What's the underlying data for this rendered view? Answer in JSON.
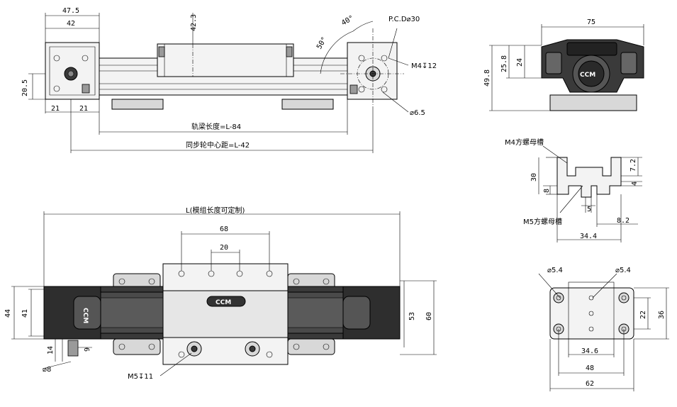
{
  "top_view": {
    "dims": {
      "d47_5": "47.5",
      "d42": "42",
      "d42_3": "42.3",
      "d20_5": "20.5",
      "d21a": "21",
      "d21b": "21",
      "angle40": "40°",
      "angle50": "50°",
      "pcd": "P.C.D⌀30",
      "m4": "M4↧12",
      "d6_5": "⌀6.5",
      "rail_len": "轨梁长度=L-84",
      "pulley_dist": "同步轮中心距=L-42"
    }
  },
  "end_view": {
    "dims": {
      "d75": "75",
      "d25_8": "25.8",
      "d24": "24",
      "d49_8": "49.8"
    },
    "logo": "CCM"
  },
  "profile": {
    "dims": {
      "m4_slot": "M4方螺母槽",
      "m5_slot": "M5方螺母槽",
      "d30": "30",
      "d8": "8",
      "d7_2": "7.2",
      "d4": "4",
      "d5": "5",
      "d8_2": "8.2",
      "d34_4": "34.4"
    }
  },
  "front_view": {
    "dims": {
      "L": "L(模组长度可定制)",
      "d68": "68",
      "d20": "20",
      "d44": "44",
      "d41": "41",
      "d53": "53",
      "d60": "60",
      "d14": "14",
      "d9": "9",
      "d8": "⌀8",
      "m5": "M5↧11"
    },
    "logo": "CCM",
    "side_logo": "CCM"
  },
  "plate": {
    "dims": {
      "h5_4a": "⌀5.4",
      "h5_4b": "⌀5.4",
      "d22": "22",
      "d36": "36",
      "d34_6": "34.6",
      "d48": "48",
      "d62": "62"
    }
  }
}
